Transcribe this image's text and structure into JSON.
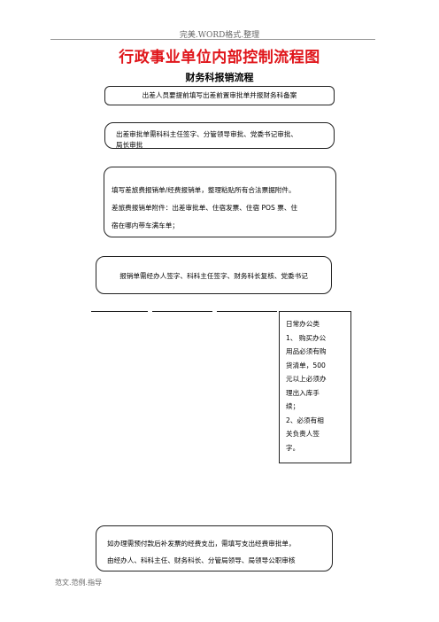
{
  "header": {
    "text": "完美.WORD格式.整理"
  },
  "title": "行政事业单位内部控制流程图",
  "subtitle": "财务科报销流程",
  "steps": {
    "s1": "出差人员要提前填写出差前置审批单并报财务科备案",
    "s2_line1": "出差审批单需科科主任签字、分管领导审批、党委书记审批、",
    "s2_line2": "局长审批",
    "s3_line1": "填写差旅费报销单/经费报销单，整理粘贴所有合法票据附件。",
    "s3_line2": "差旅费报销单附件：出差审批单、住宿发票、住宿 POS 票、住",
    "s3_line3": "宿在哪内带车满车单；",
    "s4": "报销单需经办人签字、科科主任签字、财务科长复核、党委书记",
    "s6_line1": "如办理需预付款后补发票的经费支出，需填写支出经费审批单，",
    "s6_line2": "由经办人、科科主任、财务科长、分管局领导、局领导公职审核"
  },
  "side_note": {
    "lines": [
      "日常办公类",
      "1、 购买办公",
      "用品必须有购",
      "货清单，500",
      "元以上必须办",
      "理出入库手",
      "续；",
      "2、必须有相",
      "关负责人签",
      "字。"
    ]
  },
  "footer": {
    "text": "范文.范例.指导"
  }
}
